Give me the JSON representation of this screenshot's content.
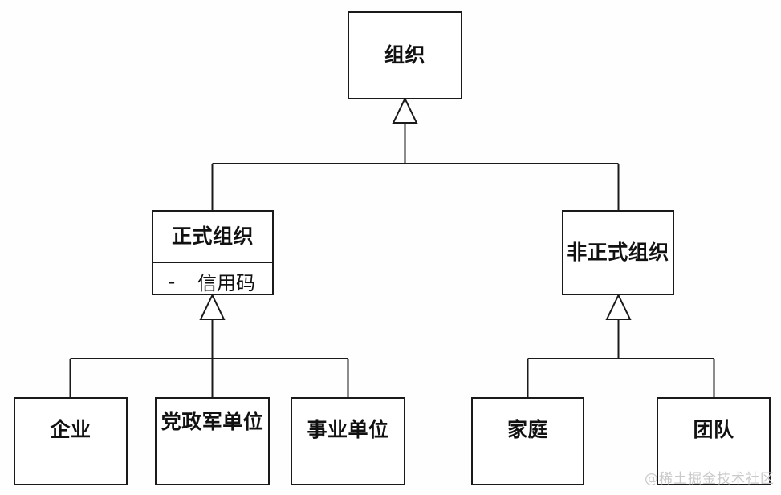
{
  "diagram": {
    "type": "uml-class-diagram",
    "title": "组织",
    "relationship": "generalization",
    "line_color": "#1a1a1a",
    "box_fill": "#ffffff",
    "background": "#fefefe",
    "watermark": "@稀土掘金技术社区",
    "watermark_color": "#c9c9c9"
  },
  "classes": {
    "root": {
      "name": "组织",
      "attributes": []
    },
    "formal": {
      "name": "正式组织",
      "attributes": [
        {
          "visibility": "-",
          "name": "信用码"
        }
      ]
    },
    "informal": {
      "name": "非正式\n组织",
      "name_line1": "非正式",
      "name_line2": "组织",
      "attributes": []
    },
    "enterprise": {
      "name": "企业",
      "attributes": []
    },
    "party_gov_mil": {
      "name_line1": "党政军",
      "name_line2": "单位",
      "name": "党政军单位",
      "attributes": []
    },
    "public_institution": {
      "name": "事业单位",
      "attributes": []
    },
    "family": {
      "name": "家庭",
      "attributes": []
    },
    "team": {
      "name": "团队",
      "attributes": []
    }
  }
}
